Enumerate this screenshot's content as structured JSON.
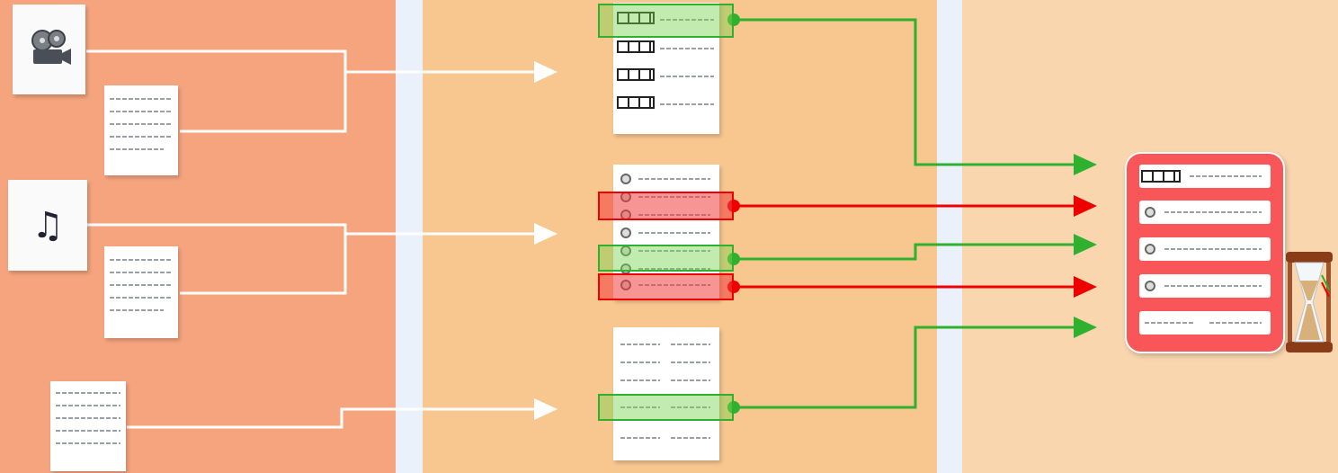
{
  "colors": {
    "panel_left": "#f5a47e",
    "panel_middle": "#f8c68f",
    "panel_right": "#f9d6ae",
    "divider": "#eaf1fb",
    "connector_ok": "#2fb12f",
    "connector_blocked": "#ee0000",
    "connector_input": "#ffffff",
    "playlist_bg": "#f9565a"
  },
  "icons": {
    "video_source": "film-reel-icon",
    "audio_source": "music-note-icon",
    "timer": "hourglass-icon",
    "audio_track": "speaker-icon",
    "video_track": "film-strip-icon"
  },
  "diagram": {
    "inputs": [
      {
        "id": "video-input",
        "kind": "video"
      },
      {
        "id": "audio-input",
        "kind": "audio"
      },
      {
        "id": "text-input",
        "kind": "text"
      }
    ],
    "indexes": [
      {
        "id": "video-index",
        "rows": 4
      },
      {
        "id": "audio-index",
        "rows": 7
      },
      {
        "id": "text-index",
        "rows": 5
      }
    ],
    "selections": [
      {
        "from": "video-index",
        "row": 0,
        "status": "included"
      },
      {
        "from": "audio-index",
        "row": 2,
        "status": "excluded"
      },
      {
        "from": "audio-index",
        "row": 4,
        "status": "included"
      },
      {
        "from": "audio-index",
        "row": 5,
        "status": "excluded"
      },
      {
        "from": "text-index",
        "row": 3,
        "status": "included"
      }
    ],
    "playlist_rows": 5
  }
}
